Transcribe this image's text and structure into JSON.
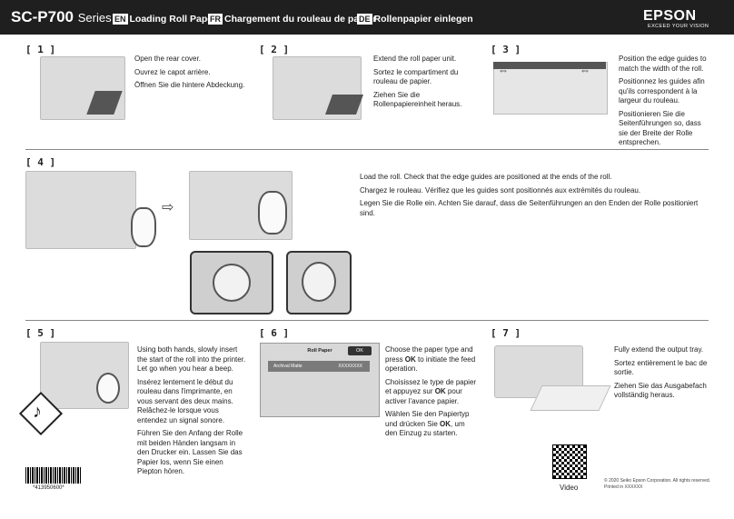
{
  "header": {
    "model": "SC-P700",
    "series": "Series",
    "langs": [
      {
        "code": "EN",
        "title": "Loading Roll Paper"
      },
      {
        "code": "FR",
        "title": "Chargement du rouleau de papier"
      },
      {
        "code": "DE",
        "title": "Rollenpapier einlegen"
      }
    ],
    "brand": "EPSON",
    "tagline": "EXCEED YOUR VISION"
  },
  "steps": {
    "s1": {
      "label": "[ 1 ]",
      "en": "Open the rear cover.",
      "fr": "Ouvrez le capot arrière.",
      "de": "Öffnen Sie die hintere Abdeckung."
    },
    "s2": {
      "label": "[ 2 ]",
      "en": "Extend the roll paper unit.",
      "fr": "Sortez le compartiment du rouleau de papier.",
      "de": "Ziehen Sie die Rollenpapiereinheit heraus."
    },
    "s3": {
      "label": "[ 3 ]",
      "en": "Position the edge guides to match the width of the roll.",
      "fr": "Positionnez les guides afin qu'ils correspondent à la largeur du rouleau.",
      "de": "Positionieren Sie die Seitenführungen so, dass sie der Breite der Rolle entsprechen."
    },
    "s4": {
      "label": "[ 4 ]",
      "en": "Load the roll. Check that the edge guides are positioned at the ends of the roll.",
      "fr": "Chargez le rouleau. Vérifiez que les guides sont positionnés aux extrémités du rouleau.",
      "de": "Legen Sie die Rolle ein. Achten Sie darauf, dass die Seitenführungen an den Enden der Rolle positioniert sind."
    },
    "s5": {
      "label": "[ 5 ]",
      "en": "Using both hands, slowly insert the start of the roll into the printer. Let go when you hear a beep.",
      "fr": "Insérez lentement le début du rouleau dans l'imprimante, en vous servant des deux mains. Relâchez-le lorsque vous entendez un signal sonore.",
      "de": "Führen Sie den Anfang der Rolle mit beiden Händen langsam in den Drucker ein. Lassen Sie das Papier los, wenn Sie einen Piepton hören."
    },
    "s6": {
      "label": "[ 6 ]",
      "en_a": "Choose the paper type and press ",
      "en_b": "OK",
      "en_c": " to initiate the feed operation.",
      "fr_a": "Choisissez le type de papier et appuyez sur ",
      "fr_b": "OK",
      "fr_c": " pour activer l'avance papier.",
      "de_a": "Wählen Sie den Papiertyp und drücken Sie ",
      "de_b": "OK",
      "de_c": ", um den Einzug zu starten.",
      "screen": {
        "title": "Roll Paper",
        "ok": "OK",
        "paper": "Archival Matte",
        "value": "XXXXXXXX"
      }
    },
    "s7": {
      "label": "[ 7 ]",
      "en": "Fully extend the output tray.",
      "fr": "Sortez entièrement le bac de sortie.",
      "de": "Ziehen Sie das Ausgabefach vollständig heraus."
    }
  },
  "footer": {
    "barcode": "*413950600*",
    "video": "Video",
    "copyright": "© 2020 Seiko Epson Corporation. All rights reserved.",
    "printed": "Printed in XXXXXX"
  },
  "icons": {
    "arrow": "right-arrow-icon",
    "note": "music-note-icon"
  }
}
